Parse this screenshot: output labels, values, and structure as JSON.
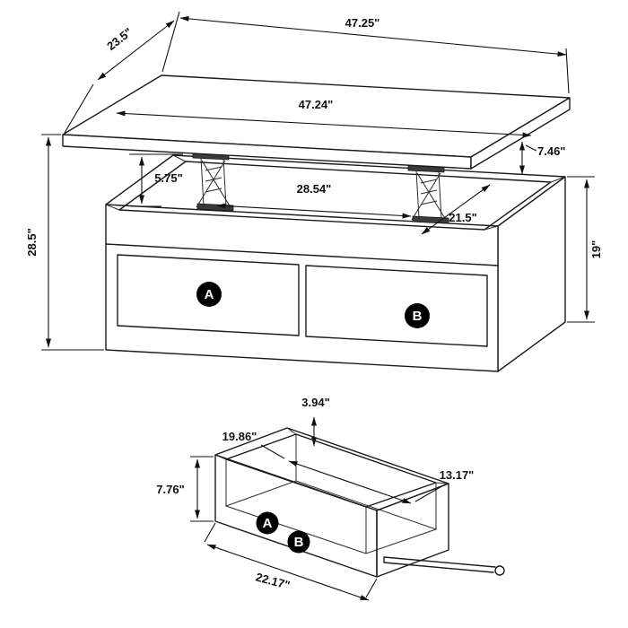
{
  "table_view": {
    "overall_width": "47.25\"",
    "top_depth": "23.5\"",
    "top_surface_width": "47.24\"",
    "lift_gap_right": "7.46\"",
    "lift_gap_left": "5.75\"",
    "interior_width": "28.54\"",
    "interior_depth": "21.5\"",
    "overall_height": "28.5\"",
    "base_height": "19\"",
    "drawer_a": "A",
    "drawer_b": "B"
  },
  "drawer_view": {
    "back_height": "3.94\"",
    "interior_length": "19.86\"",
    "interior_width": "13.17\"",
    "front_height": "7.76\"",
    "front_width": "22.17\"",
    "drawer_a": "A",
    "drawer_b": "B"
  },
  "colors": {
    "line": "#1b1b1b",
    "dimension_text": "#111111",
    "badge_background": "#000000",
    "badge_text": "#ffffff",
    "background": "#ffffff"
  }
}
